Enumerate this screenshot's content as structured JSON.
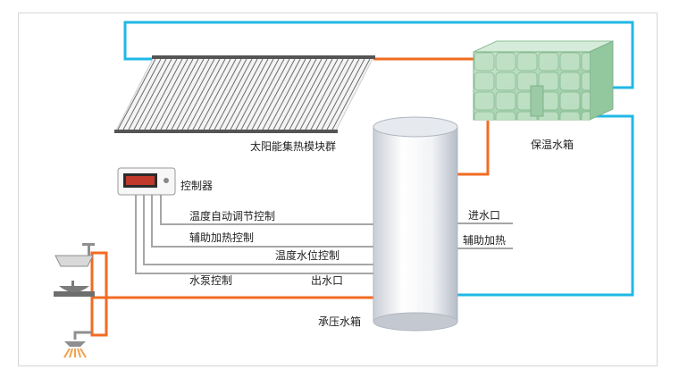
{
  "labels": {
    "solar_collectors": "太阳能集热模块群",
    "insulated_tank": "保温水箱",
    "controller": "控制器",
    "temp_auto_control": "温度自动调节控制",
    "aux_heat_control": "辅助加热控制",
    "temp_level_control": "温度水位控制",
    "pump_control": "水泵控制",
    "outlet": "出水口",
    "inlet": "进水口",
    "aux_heating": "辅助加热",
    "pressure_tank": "承压水箱"
  },
  "colors": {
    "hot_pipe": "#f26b22",
    "cold_pipe": "#20b8e6",
    "control_wire": "#a6a6a6",
    "tank_green": "#a9d3b0",
    "screen_red": "#c0392b"
  },
  "icons": [
    "solar-collector-array-icon",
    "insulated-water-tank-icon",
    "controller-icon",
    "pressure-tank-icon",
    "sink-icon",
    "stove-icon",
    "shower-icon"
  ]
}
